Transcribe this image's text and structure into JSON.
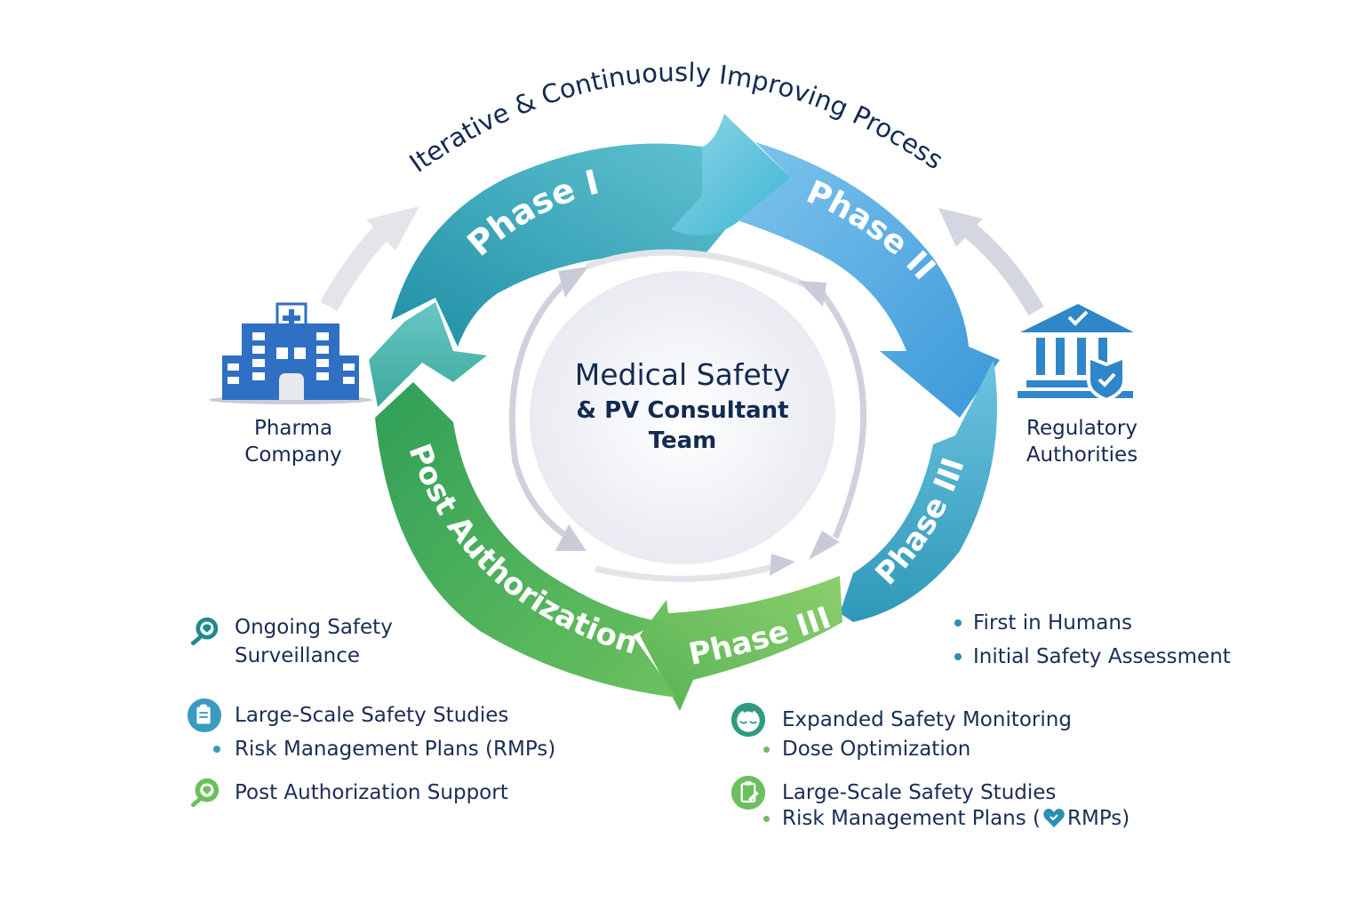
{
  "title": "Iterative & Continuously Improving Process",
  "center": {
    "line1": "Medical Safety",
    "line2": "& PV Consultant",
    "line3": "Team"
  },
  "phases": [
    {
      "label": "Phase I",
      "color": "#3aa3b8"
    },
    {
      "label": "Phase II",
      "color": "#5aaee0"
    },
    {
      "label": "Phase III",
      "color": "#45a8c8"
    },
    {
      "label": "Phase III",
      "color": "#6cbf5e"
    },
    {
      "label": "Post Authorization",
      "color": "#45ad5a"
    }
  ],
  "entities": {
    "pharma": {
      "line1": "Pharma",
      "line2": "Company",
      "icon": "hospital-building-icon",
      "color": "#2f6fc4"
    },
    "regulatory": {
      "line1": "Regulatory",
      "line2": "Authorities",
      "icon": "government-building-shield-icon",
      "color": "#2f86c8"
    }
  },
  "left_list": {
    "items": [
      {
        "type": "icon",
        "icon": "magnifier-icon",
        "color": "#1f8a8a",
        "line1": "Ongoing Safety",
        "line2": "Surveillance"
      },
      {
        "type": "icon",
        "icon": "clipboard-icon",
        "color": "#3a9ac0",
        "line1": "Large-Scale Safety Studies"
      },
      {
        "type": "bullet",
        "color": "#3a9ac0",
        "line1": "Risk Management Plans (RMPs)"
      },
      {
        "type": "icon",
        "icon": "magnifier-icon",
        "color": "#6cbf5e",
        "line1": "Post Authorization Support"
      }
    ]
  },
  "right_top_list": {
    "items": [
      {
        "type": "bullet",
        "color": "#2a8fb0",
        "line1": "First in Humans"
      },
      {
        "type": "bullet",
        "color": "#2a8fb0",
        "line1": "Initial Safety Assessment"
      }
    ]
  },
  "right_bottom_list": {
    "items": [
      {
        "type": "icon",
        "icon": "face-monitor-icon",
        "color": "#2e9a82",
        "line1": "Expanded Safety Monitoring"
      },
      {
        "type": "bullet",
        "color": "#6cbf5e",
        "line1": "Dose Optimization"
      },
      {
        "type": "icon",
        "icon": "clipboard-check-icon",
        "color": "#6cbf5e",
        "line1": "Large-Scale Safety Studies"
      },
      {
        "type": "bullet",
        "color": "#6cbf5e",
        "line1": "Risk Management Plans (",
        "heart_icon": "heart-icon",
        "heart_color": "#2a8fb0",
        "line1_after": " RMPs)"
      }
    ]
  }
}
